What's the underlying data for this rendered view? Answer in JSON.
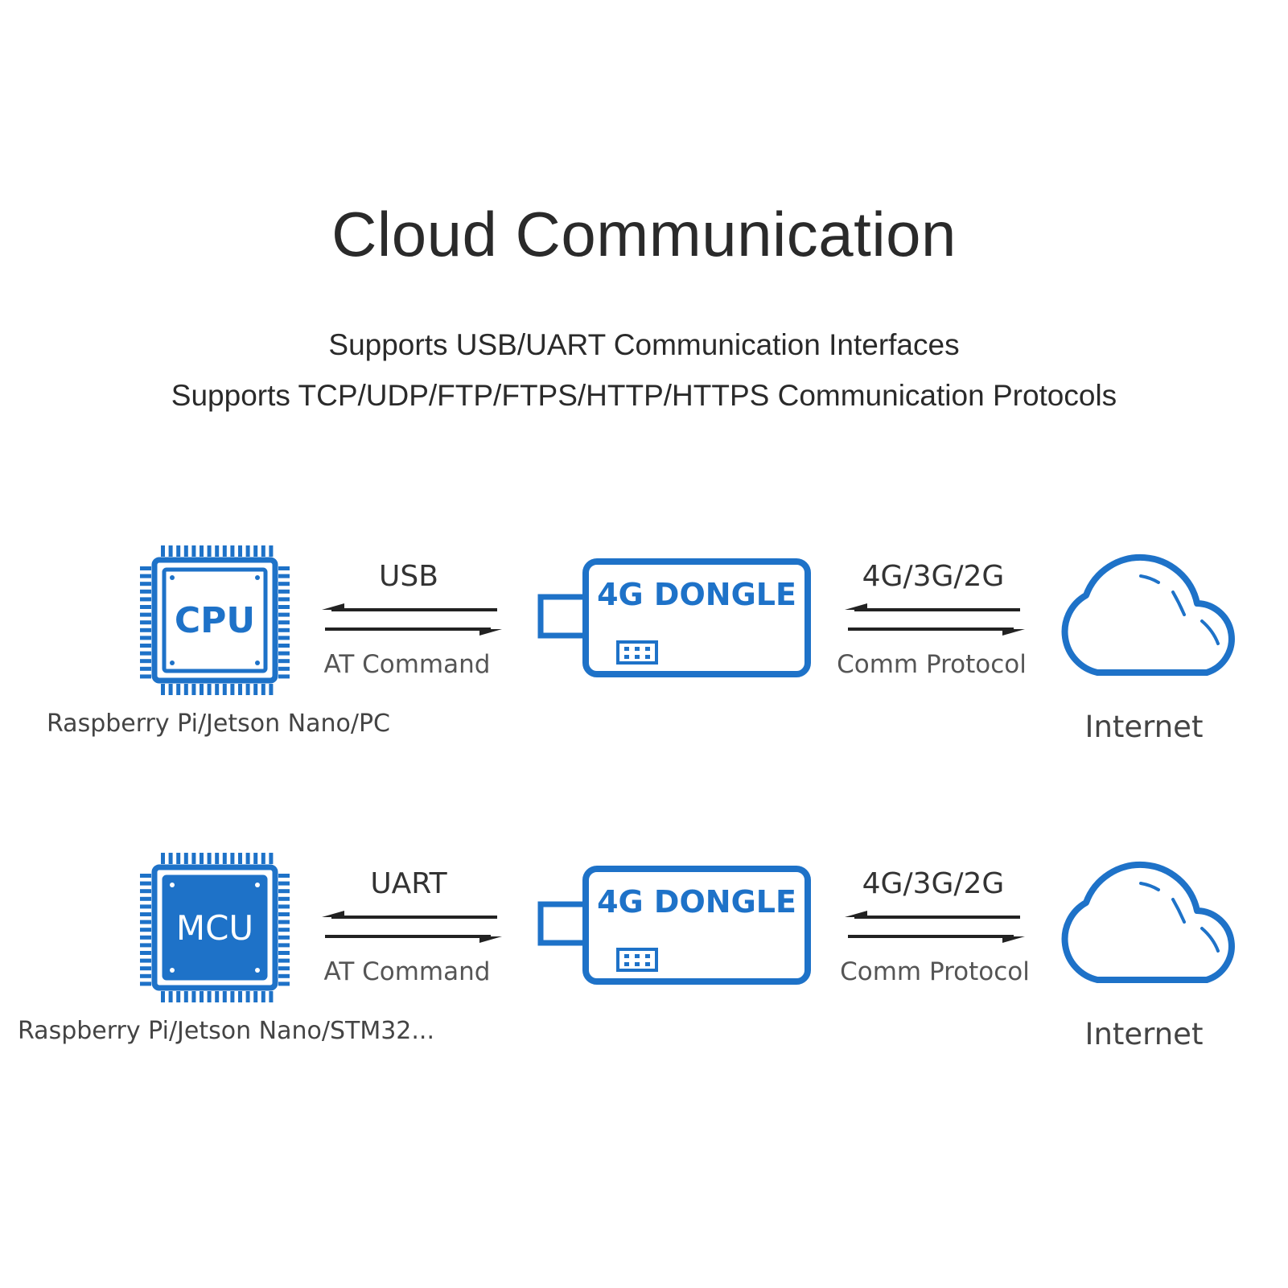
{
  "title": "Cloud Communication",
  "subtitles": [
    "Supports USB/UART Communication Interfaces",
    "Supports TCP/UDP/FTP/FTPS/HTTP/HTTPS Communication Protocols"
  ],
  "colors": {
    "accent": "#1e72c8",
    "text": "#2a2a2a",
    "arrow": "#222222"
  },
  "rows": [
    {
      "chip": "CPU",
      "chip_style": "outline",
      "device_label": "Raspberry Pi/Jetson Nano/PC",
      "link_top": "USB",
      "link_bottom": "AT Command",
      "dongle": "4G DONGLE",
      "net_top": "4G/3G/2G",
      "net_bottom": "Comm Protocol",
      "cloud_label": "Internet"
    },
    {
      "chip": "MCU",
      "chip_style": "filled",
      "device_label": "Raspberry Pi/Jetson Nano/STM32...",
      "link_top": "UART",
      "link_bottom": "AT Command",
      "dongle": "4G DONGLE",
      "net_top": "4G/3G/2G",
      "net_bottom": "Comm Protocol",
      "cloud_label": "Internet"
    }
  ]
}
